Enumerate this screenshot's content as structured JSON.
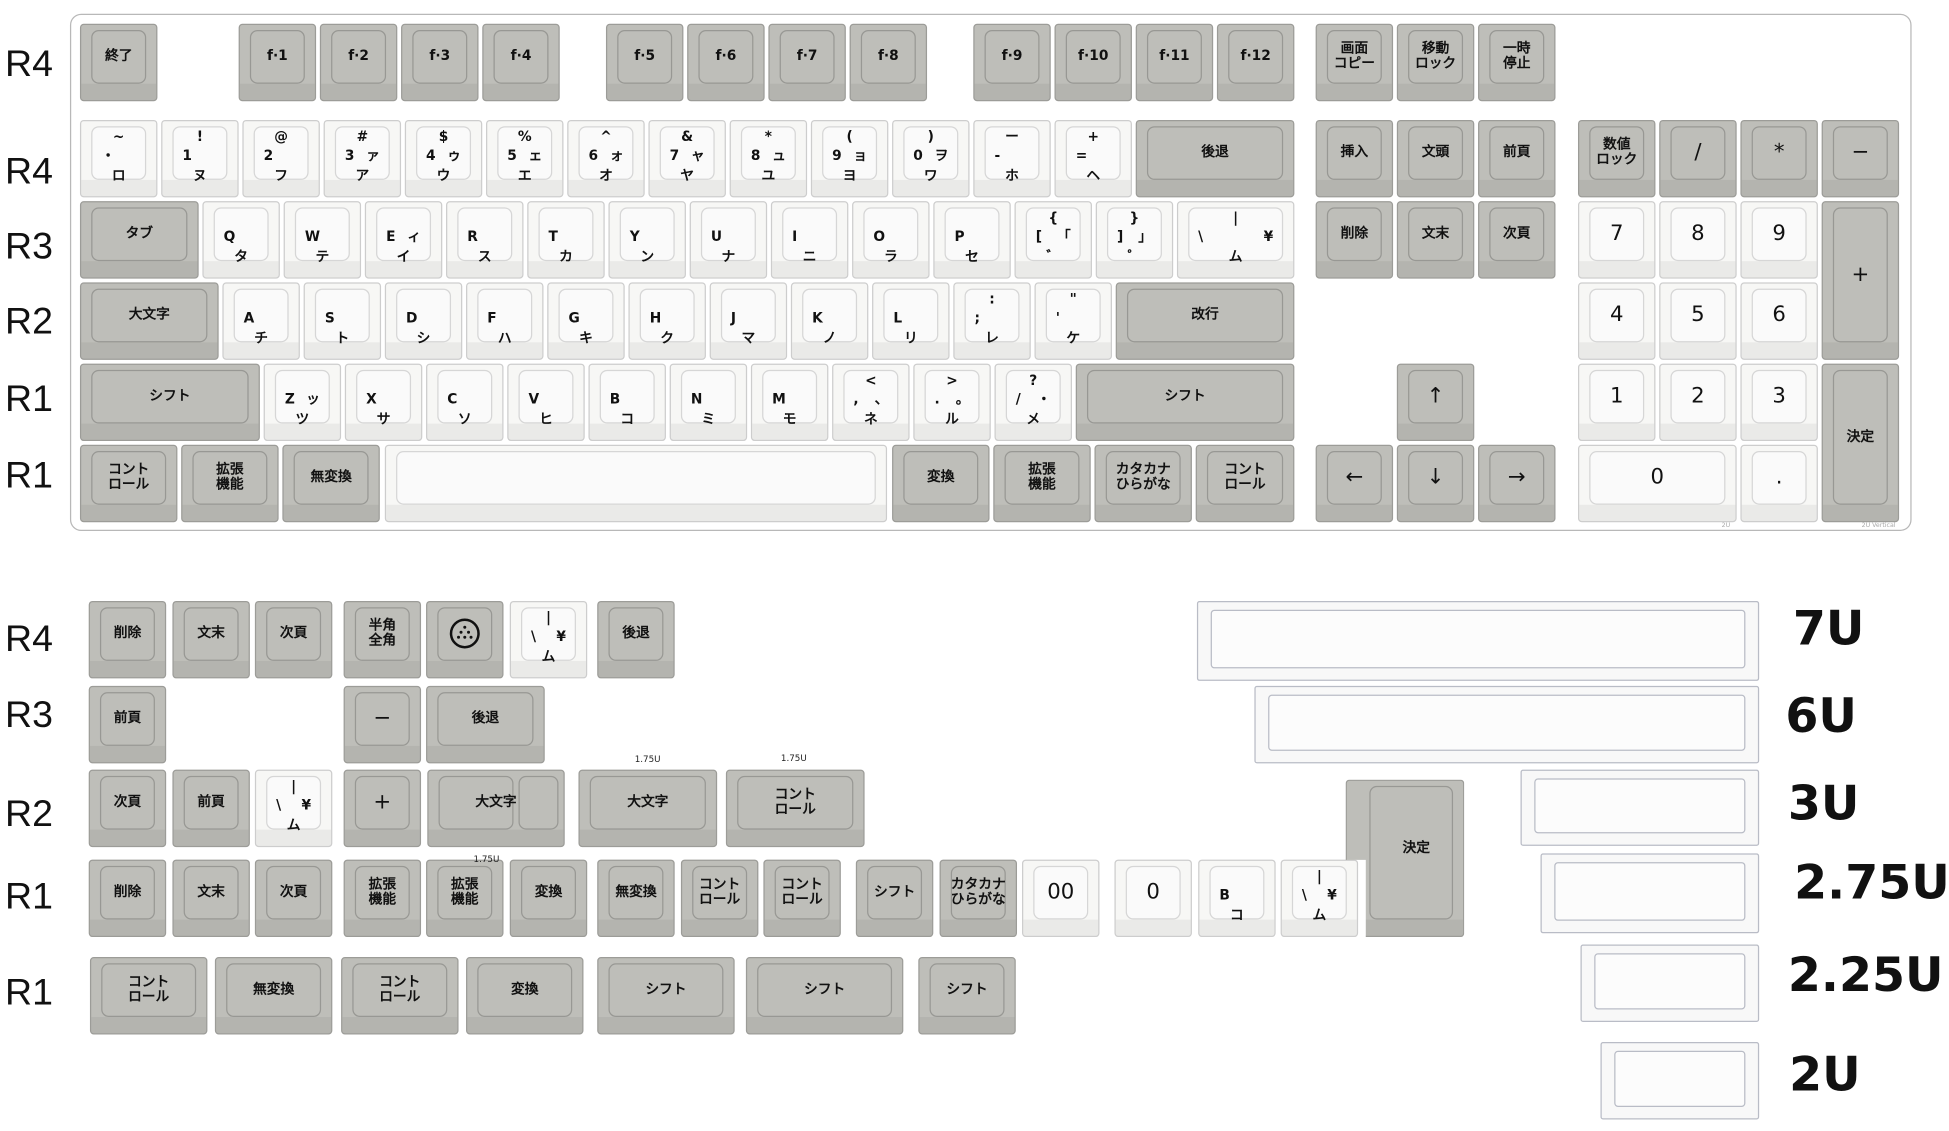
{
  "row_labels_top": [
    "R4",
    "R4",
    "R3",
    "R2",
    "R1",
    "R1"
  ],
  "row_labels_bottom": [
    "R4",
    "R3",
    "R2",
    "R1",
    "R1"
  ],
  "colors": {
    "modifier_key": "#bebeb9",
    "alpha_key": "#f7f7f5",
    "frame": "#b8b8b8"
  },
  "keyboard": {
    "keys": [
      {
        "c": "終了",
        "tone": "gray"
      },
      {
        "c": "f·1",
        "tone": "gray"
      },
      {
        "c": "f·2",
        "tone": "gray"
      },
      {
        "c": "f·3",
        "tone": "gray"
      },
      {
        "c": "f·4",
        "tone": "gray"
      },
      {
        "c": "f·5",
        "tone": "gray"
      },
      {
        "c": "f·6",
        "tone": "gray"
      },
      {
        "c": "f·7",
        "tone": "gray"
      },
      {
        "c": "f·8",
        "tone": "gray"
      },
      {
        "c": "f·9",
        "tone": "gray"
      },
      {
        "c": "f·10",
        "tone": "gray"
      },
      {
        "c": "f·11",
        "tone": "gray"
      },
      {
        "c": "f·12",
        "tone": "gray"
      },
      {
        "c": "画面\nコピー",
        "tone": "gray"
      },
      {
        "c": "移動\nロック",
        "tone": "gray"
      },
      {
        "c": "一時\n停止",
        "tone": "gray"
      },
      {
        "t": "~",
        "l": "・",
        "b": "ロ",
        "tone": "white"
      },
      {
        "t": "!",
        "l": "1",
        "b": "ヌ",
        "tone": "white"
      },
      {
        "t": "@",
        "l": "2",
        "b": "フ",
        "tone": "white"
      },
      {
        "t": "#",
        "l": "3",
        "r": "ァ",
        "b": "ア",
        "tone": "white"
      },
      {
        "t": "$",
        "l": "4",
        "r": "ゥ",
        "b": "ウ",
        "tone": "white"
      },
      {
        "t": "%",
        "l": "5",
        "r": "ェ",
        "b": "エ",
        "tone": "white"
      },
      {
        "t": "^",
        "l": "6",
        "r": "ォ",
        "b": "オ",
        "tone": "white"
      },
      {
        "t": "&",
        "l": "7",
        "r": "ャ",
        "b": "ヤ",
        "tone": "white"
      },
      {
        "t": "*",
        "l": "8",
        "r": "ュ",
        "b": "ユ",
        "tone": "white"
      },
      {
        "t": "(",
        "l": "9",
        "r": "ョ",
        "b": "ヨ",
        "tone": "white"
      },
      {
        "t": ")",
        "l": "0",
        "r": "ヲ",
        "b": "ワ",
        "tone": "white"
      },
      {
        "t": "ー",
        "l": "-",
        "b": "ホ",
        "tone": "white"
      },
      {
        "t": "+",
        "l": "=",
        "b": "ヘ",
        "tone": "white"
      },
      {
        "c": "後退",
        "tone": "gray"
      },
      {
        "c": "挿入",
        "tone": "gray"
      },
      {
        "c": "文頭",
        "tone": "gray"
      },
      {
        "c": "前頁",
        "tone": "gray"
      },
      {
        "c": "数値\nロック",
        "tone": "gray"
      },
      {
        "c": "/",
        "tone": "gray"
      },
      {
        "c": "*",
        "tone": "gray"
      },
      {
        "c": "−",
        "tone": "gray"
      },
      {
        "c": "タブ",
        "tone": "gray"
      },
      {
        "l": "Q",
        "b": "タ",
        "tone": "white"
      },
      {
        "l": "W",
        "b": "テ",
        "tone": "white"
      },
      {
        "l": "E",
        "r": "ィ",
        "b": "イ",
        "tone": "white"
      },
      {
        "l": "R",
        "b": "ス",
        "tone": "white"
      },
      {
        "l": "T",
        "b": "カ",
        "tone": "white"
      },
      {
        "l": "Y",
        "b": "ン",
        "tone": "white"
      },
      {
        "l": "U",
        "b": "ナ",
        "tone": "white"
      },
      {
        "l": "I",
        "b": "ニ",
        "tone": "white"
      },
      {
        "l": "O",
        "b": "ラ",
        "tone": "white"
      },
      {
        "l": "P",
        "b": "セ",
        "tone": "white"
      },
      {
        "t": "{",
        "l": "[",
        "r": "「",
        "b": "゛",
        "tone": "white"
      },
      {
        "t": "}",
        "l": "]",
        "r": "」",
        "b": "゜",
        "tone": "white"
      },
      {
        "t": "|",
        "l": "\\",
        "r": "¥",
        "b": "ム",
        "tone": "white"
      },
      {
        "c": "削除",
        "tone": "gray"
      },
      {
        "c": "文末",
        "tone": "gray"
      },
      {
        "c": "次頁",
        "tone": "gray"
      },
      {
        "c": "7",
        "tone": "white"
      },
      {
        "c": "8",
        "tone": "white"
      },
      {
        "c": "9",
        "tone": "white"
      },
      {
        "c": "+",
        "tone": "gray"
      },
      {
        "c": "大文字",
        "tone": "gray"
      },
      {
        "l": "A",
        "b": "チ",
        "tone": "white"
      },
      {
        "l": "S",
        "b": "ト",
        "tone": "white"
      },
      {
        "l": "D",
        "b": "シ",
        "tone": "white"
      },
      {
        "l": "F",
        "b": "ハ",
        "tone": "white"
      },
      {
        "l": "G",
        "b": "キ",
        "tone": "white"
      },
      {
        "l": "H",
        "b": "ク",
        "tone": "white"
      },
      {
        "l": "J",
        "b": "マ",
        "tone": "white"
      },
      {
        "l": "K",
        "b": "ノ",
        "tone": "white"
      },
      {
        "l": "L",
        "b": "リ",
        "tone": "white"
      },
      {
        "t": ":",
        "l": ";",
        "b": "レ",
        "tone": "white"
      },
      {
        "t": "\"",
        "l": "'",
        "b": "ケ",
        "tone": "white"
      },
      {
        "c": "改行",
        "tone": "gray"
      },
      {
        "c": "4",
        "tone": "white"
      },
      {
        "c": "5",
        "tone": "white"
      },
      {
        "c": "6",
        "tone": "white"
      },
      {
        "c": "シフト",
        "tone": "gray"
      },
      {
        "l": "Z",
        "r": "ッ",
        "b": "ツ",
        "tone": "white"
      },
      {
        "l": "X",
        "b": "サ",
        "tone": "white"
      },
      {
        "l": "C",
        "b": "ソ",
        "tone": "white"
      },
      {
        "l": "V",
        "b": "ヒ",
        "tone": "white"
      },
      {
        "l": "B",
        "b": "コ",
        "tone": "white"
      },
      {
        "l": "N",
        "b": "ミ",
        "tone": "white"
      },
      {
        "l": "M",
        "b": "モ",
        "tone": "white"
      },
      {
        "t": "<",
        "l": ",",
        "r": "、",
        "b": "ネ",
        "tone": "white"
      },
      {
        "t": ">",
        "l": ".",
        "r": "。",
        "b": "ル",
        "tone": "white"
      },
      {
        "t": "?",
        "l": "/",
        "r": "・",
        "b": "メ",
        "tone": "white"
      },
      {
        "c": "シフト",
        "tone": "gray"
      },
      {
        "c": "↑",
        "tone": "gray"
      },
      {
        "c": "1",
        "tone": "white"
      },
      {
        "c": "2",
        "tone": "white"
      },
      {
        "c": "3",
        "tone": "white"
      },
      {
        "c": "決定",
        "tone": "gray"
      },
      {
        "c": "コント\nロール",
        "tone": "gray"
      },
      {
        "c": "拡張\n機能",
        "tone": "gray"
      },
      {
        "c": "無変換",
        "tone": "gray"
      },
      {
        "c": "",
        "tone": "white"
      },
      {
        "c": "変換",
        "tone": "gray"
      },
      {
        "c": "拡張\n機能",
        "tone": "gray"
      },
      {
        "c": "カタカナ\nひらがな",
        "tone": "gray"
      },
      {
        "c": "コント\nロール",
        "tone": "gray"
      },
      {
        "c": "←",
        "tone": "gray"
      },
      {
        "c": "↓",
        "tone": "gray"
      },
      {
        "c": "→",
        "tone": "gray"
      },
      {
        "c": "0",
        "tone": "white"
      },
      {
        "c": ".",
        "tone": "white"
      }
    ]
  },
  "numpad_notes": [
    "2U",
    "2U Vertical"
  ],
  "extras": {
    "keys": [
      {
        "c": "削除",
        "tone": "gray"
      },
      {
        "c": "文末",
        "tone": "gray"
      },
      {
        "c": "次頁",
        "tone": "gray"
      },
      {
        "c": "半角\n全角",
        "tone": "gray"
      },
      {
        "icon": "circle-dots-icon",
        "tone": "gray"
      },
      {
        "t": "|",
        "l": "\\",
        "r": "¥",
        "b": "ム",
        "tone": "white"
      },
      {
        "c": "後退",
        "tone": "gray"
      },
      {
        "c": "前頁",
        "tone": "gray"
      },
      {
        "c": "−",
        "tone": "gray"
      },
      {
        "c": "後退",
        "tone": "gray"
      },
      {
        "c": "次頁",
        "tone": "gray"
      },
      {
        "c": "前頁",
        "tone": "gray"
      },
      {
        "t": "|",
        "l": "\\",
        "r": "¥",
        "b": "ム",
        "tone": "white"
      },
      {
        "c": "+",
        "tone": "gray"
      },
      {
        "c": "大文字",
        "tone": "gray"
      },
      {
        "c": "大文字",
        "tone": "gray"
      },
      {
        "c": "コント\nロール",
        "tone": "gray"
      },
      {
        "c": "削除",
        "tone": "gray"
      },
      {
        "c": "文末",
        "tone": "gray"
      },
      {
        "c": "次頁",
        "tone": "gray"
      },
      {
        "c": "拡張\n機能",
        "tone": "gray"
      },
      {
        "c": "拡張\n機能",
        "tone": "gray"
      },
      {
        "c": "変換",
        "tone": "gray"
      },
      {
        "c": "無変換",
        "tone": "gray"
      },
      {
        "c": "コント\nロール",
        "tone": "gray"
      },
      {
        "c": "コント\nロール",
        "tone": "gray"
      },
      {
        "c": "シフト",
        "tone": "gray"
      },
      {
        "c": "カタカナ\nひらがな",
        "tone": "gray"
      },
      {
        "c": "00",
        "tone": "white"
      },
      {
        "c": "0",
        "tone": "white"
      },
      {
        "l": "B",
        "b": "コ",
        "tone": "white"
      },
      {
        "t": "|",
        "l": "\\",
        "r": "¥",
        "b": "ム",
        "tone": "white"
      },
      {
        "c": "決定",
        "tone": "gray"
      },
      {
        "c": "コント\nロール",
        "tone": "gray"
      },
      {
        "c": "無変換",
        "tone": "gray"
      },
      {
        "c": "コント\nロール",
        "tone": "gray"
      },
      {
        "c": "変換",
        "tone": "gray"
      },
      {
        "c": "シフト",
        "tone": "gray"
      },
      {
        "c": "シフト",
        "tone": "gray"
      },
      {
        "c": "シフト",
        "tone": "gray"
      }
    ]
  },
  "size_notes": [
    "1.75U",
    "1.75U",
    "1.75U"
  ],
  "spacebars": [
    {
      "label": "7U"
    },
    {
      "label": "6U"
    },
    {
      "label": "3U"
    },
    {
      "label": "2.75U"
    },
    {
      "label": "2.25U"
    },
    {
      "label": "2U"
    }
  ]
}
